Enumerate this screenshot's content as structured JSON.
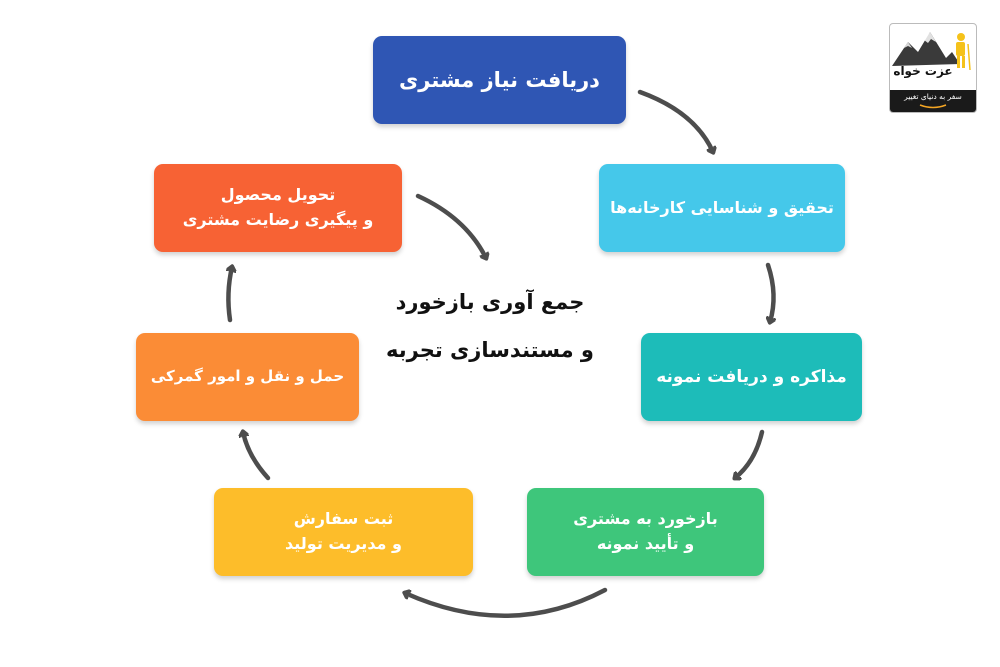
{
  "diagram": {
    "steps": [
      {
        "lines": [
          "دریافت نیاز مشتری"
        ],
        "color": "#2f56b4"
      },
      {
        "lines": [
          "تحقیق و شناسایی کارخانه‌ها"
        ],
        "color": "#45c8ea"
      },
      {
        "lines": [
          "مذاکره و دریافت نمونه"
        ],
        "color": "#1dbcb9"
      },
      {
        "lines": [
          "بازخورد به مشتری",
          "و تأیید نمونه"
        ],
        "color": "#3ec67b"
      },
      {
        "lines": [
          "ثبت سفارش",
          "و مدیریت تولید"
        ],
        "color": "#fdbd2a"
      },
      {
        "lines": [
          "حمل و نقل و امور گمرکی"
        ],
        "color": "#fb8c36"
      },
      {
        "lines": [
          "تحویل محصول",
          "و پیگیری رضایت مشتری"
        ],
        "color": "#f76234"
      }
    ],
    "center": {
      "lines": [
        "جمع آوری بازخورد",
        "و مستندسازی تجربه"
      ]
    },
    "arrow_color": "#4d4d4d"
  },
  "logo": {
    "title": "عزت خواه",
    "tagline": "سفر به دنیای تغییر",
    "accent_color": "#f5c21a"
  }
}
